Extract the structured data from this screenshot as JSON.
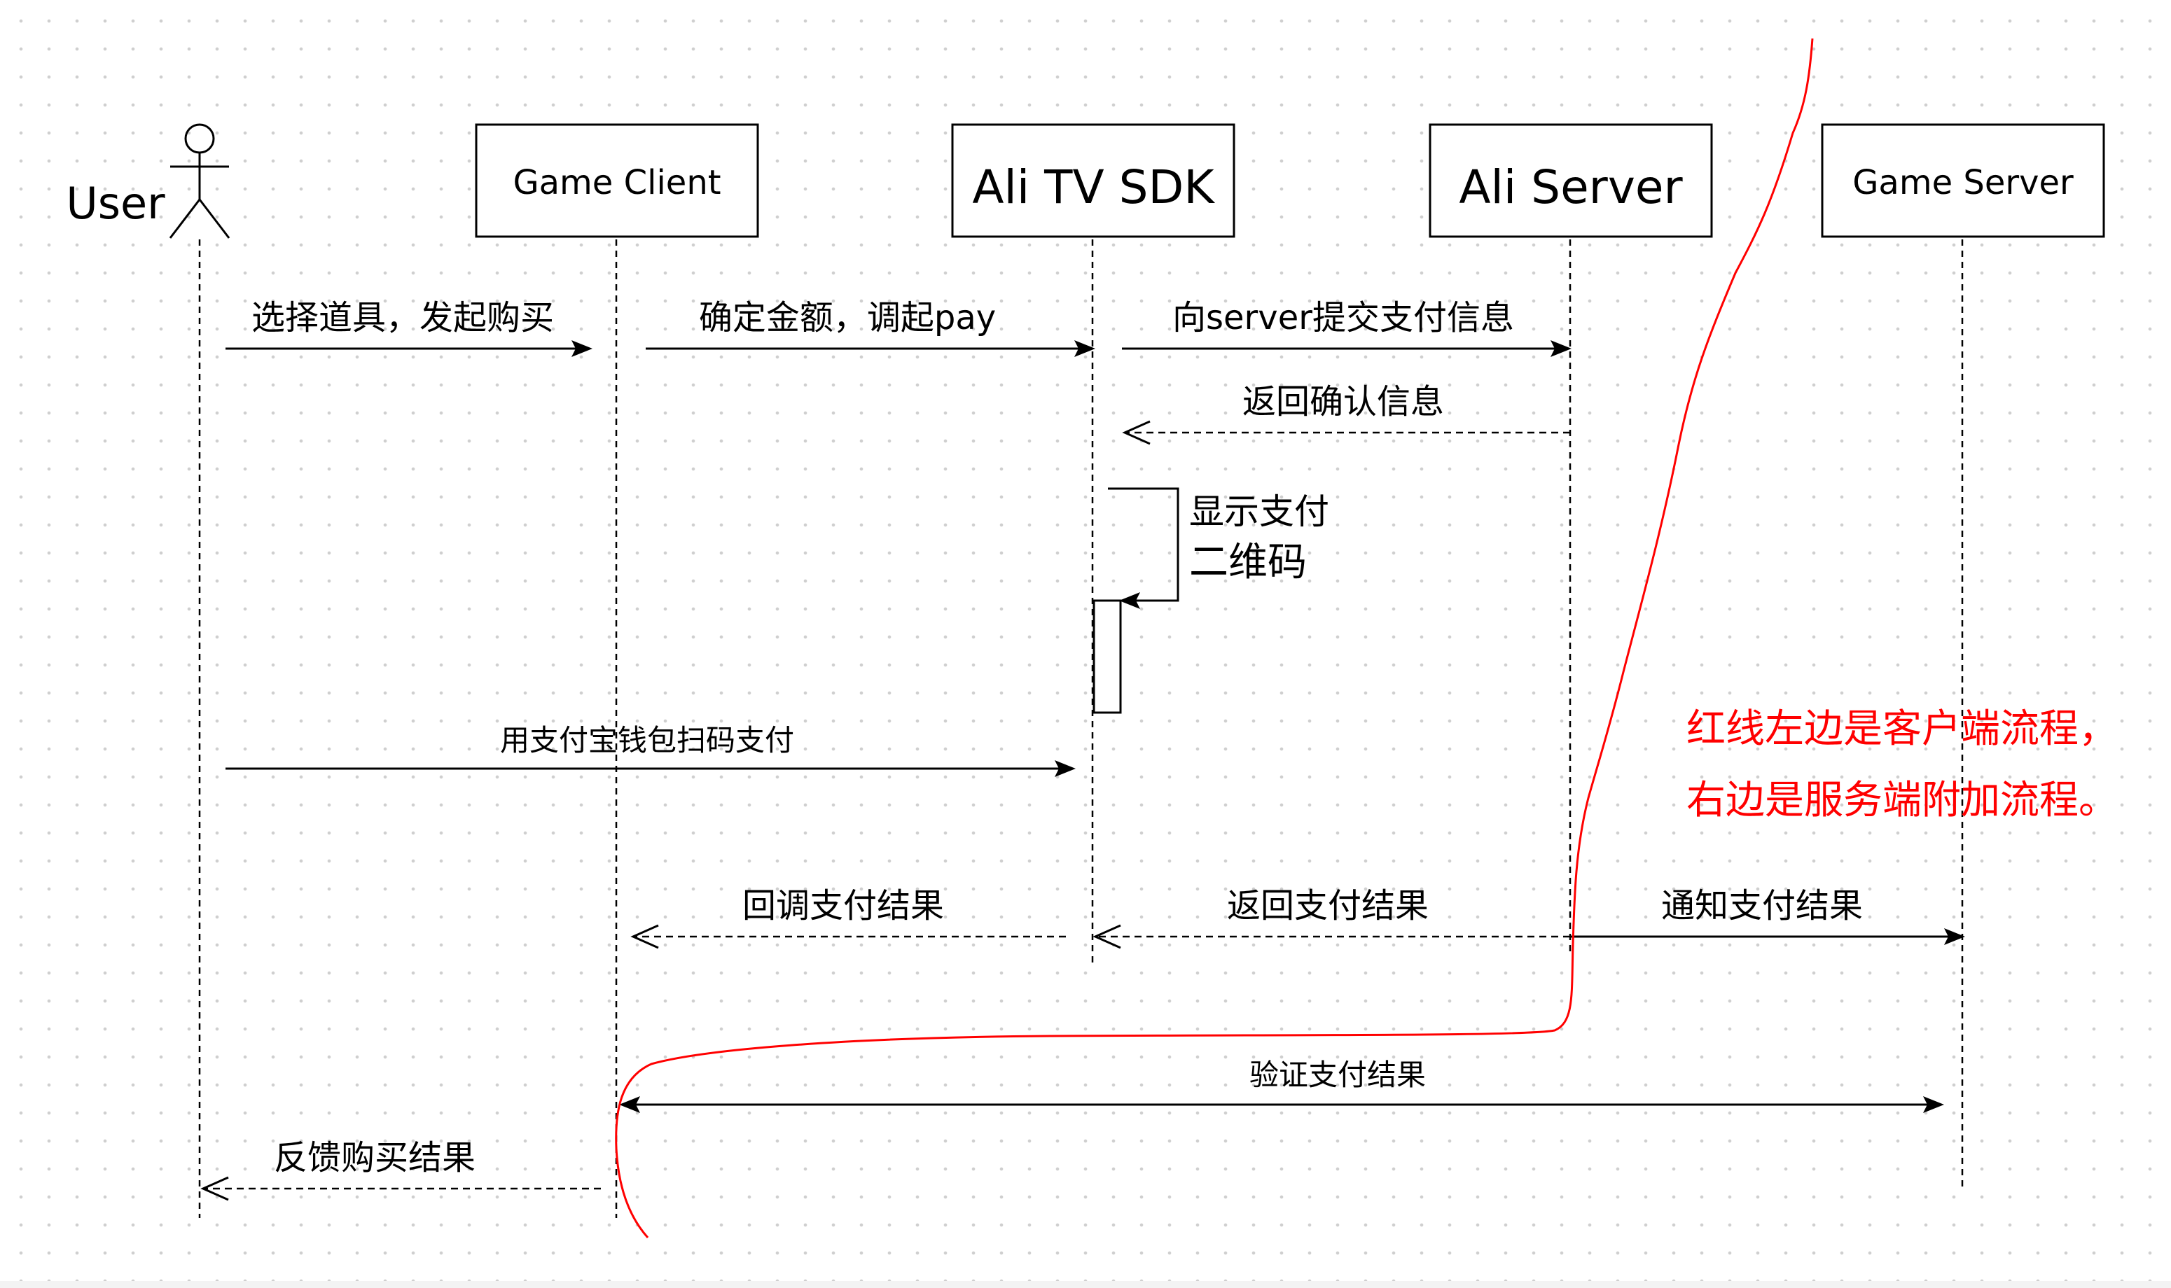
{
  "participants": {
    "user": "User",
    "game_client": "Game Client",
    "ali_tv_sdk": "Ali TV SDK",
    "ali_server": "Ali Server",
    "game_server": "Game Server"
  },
  "messages": {
    "select_item": "选择道具，发起购买",
    "confirm_amount": "确定金额，调起pay",
    "submit_payment": "向server提交支付信息",
    "return_confirmation": "返回确认信息",
    "show_qr_line1": "显示支付",
    "show_qr_line2": "二维码",
    "alipay_scan": "用支付宝钱包扫码支付",
    "callback_result": "回调支付结果",
    "return_result": "返回支付结果",
    "notify_result": "通知支付结果",
    "verify_result": "验证支付结果",
    "feedback_result": "反馈购买结果"
  },
  "note": {
    "line1": "红线左边是客户端流程，",
    "line2": "右边是服务端附加流程。",
    "color": "#ff0000"
  },
  "colors": {
    "line": "#000000",
    "divider": "#ff0000",
    "background": "#ffffff",
    "grid_dot": "#cfcfcf"
  }
}
